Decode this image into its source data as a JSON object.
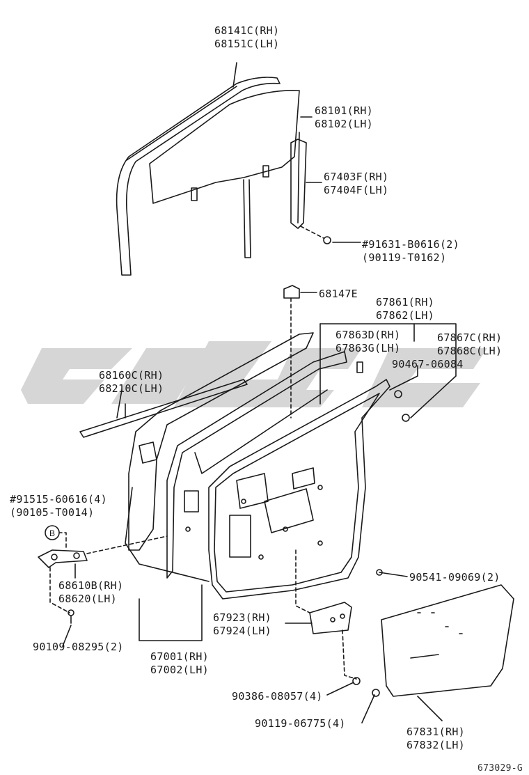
{
  "labels": {
    "l1": [
      "68141C(RH)",
      "68151C(LH)"
    ],
    "l2": [
      "68101(RH)",
      "68102(LH)"
    ],
    "l3": [
      "67403F(RH)",
      "67404F(LH)"
    ],
    "l4": [
      "#91631-B0616(2)",
      "(90119-T0162)"
    ],
    "l5": [
      "68147E"
    ],
    "l6": [
      "67861(RH)",
      "67862(LH)"
    ],
    "l7": [
      "67863D(RH)",
      "67863G(LH)"
    ],
    "l8": [
      "67867C(RH)",
      "67868C(LH)"
    ],
    "l9": [
      "90467-06084"
    ],
    "l10": [
      "68160C(RH)",
      "68210C(LH)"
    ],
    "l11": [
      "#91515-60616(4)",
      "(90105-T0014)"
    ],
    "l12": [
      "68610B(RH)",
      "68620(LH)"
    ],
    "l13": [
      "90541-09069(2)"
    ],
    "l14": [
      "90109-08295(2)"
    ],
    "l15": [
      "67923(RH)",
      "67924(LH)"
    ],
    "l16": [
      "67001(RH)",
      "67002(LH)"
    ],
    "l17": [
      "90386-08057(4)"
    ],
    "l18": [
      "90119-06775(4)"
    ],
    "l19": [
      "67831(RH)",
      "67832(LH)"
    ],
    "circle_b": "B",
    "figure_id": "673029-G"
  },
  "colors": {
    "line": "#1a1a1a",
    "watermark": "#c8c8c8"
  }
}
